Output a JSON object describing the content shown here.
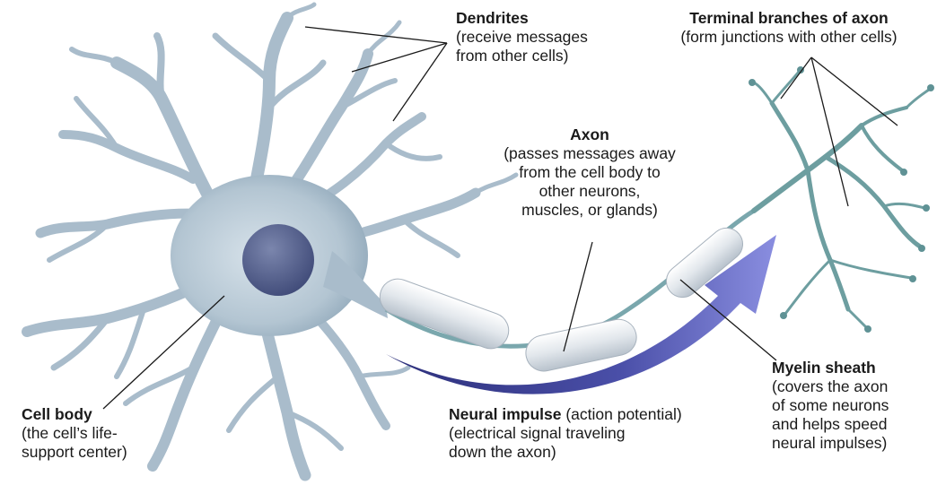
{
  "labels": {
    "dendrites": {
      "title": "Dendrites",
      "desc": "(receive messages\nfrom other cells)"
    },
    "terminal": {
      "title": "Terminal branches of axon",
      "desc": "(form junctions with other cells)"
    },
    "axon": {
      "title": "Axon",
      "desc": "(passes messages away\nfrom the cell body to\nother neurons,\nmuscles, or glands)"
    },
    "myelin": {
      "title": "Myelin sheath",
      "desc": "(covers the axon\nof some neurons\nand helps speed\nneural impulses)"
    },
    "impulse": {
      "title": "Neural impulse",
      "title_suffix": " (action potential)",
      "desc": "(electrical signal traveling\ndown the axon)"
    },
    "cellbody": {
      "title": "Cell body",
      "desc": "(the cell’s life-\nsupport center)"
    }
  },
  "colors": {
    "cell": "#b9cad6",
    "cell_shadow": "#7f97aa",
    "nucleus": "#4e5a86",
    "terminal": "#6d9ea0",
    "myelin": "#e6eaee",
    "arrow": "#5b5fb8",
    "leader": "#1a1a1a"
  }
}
